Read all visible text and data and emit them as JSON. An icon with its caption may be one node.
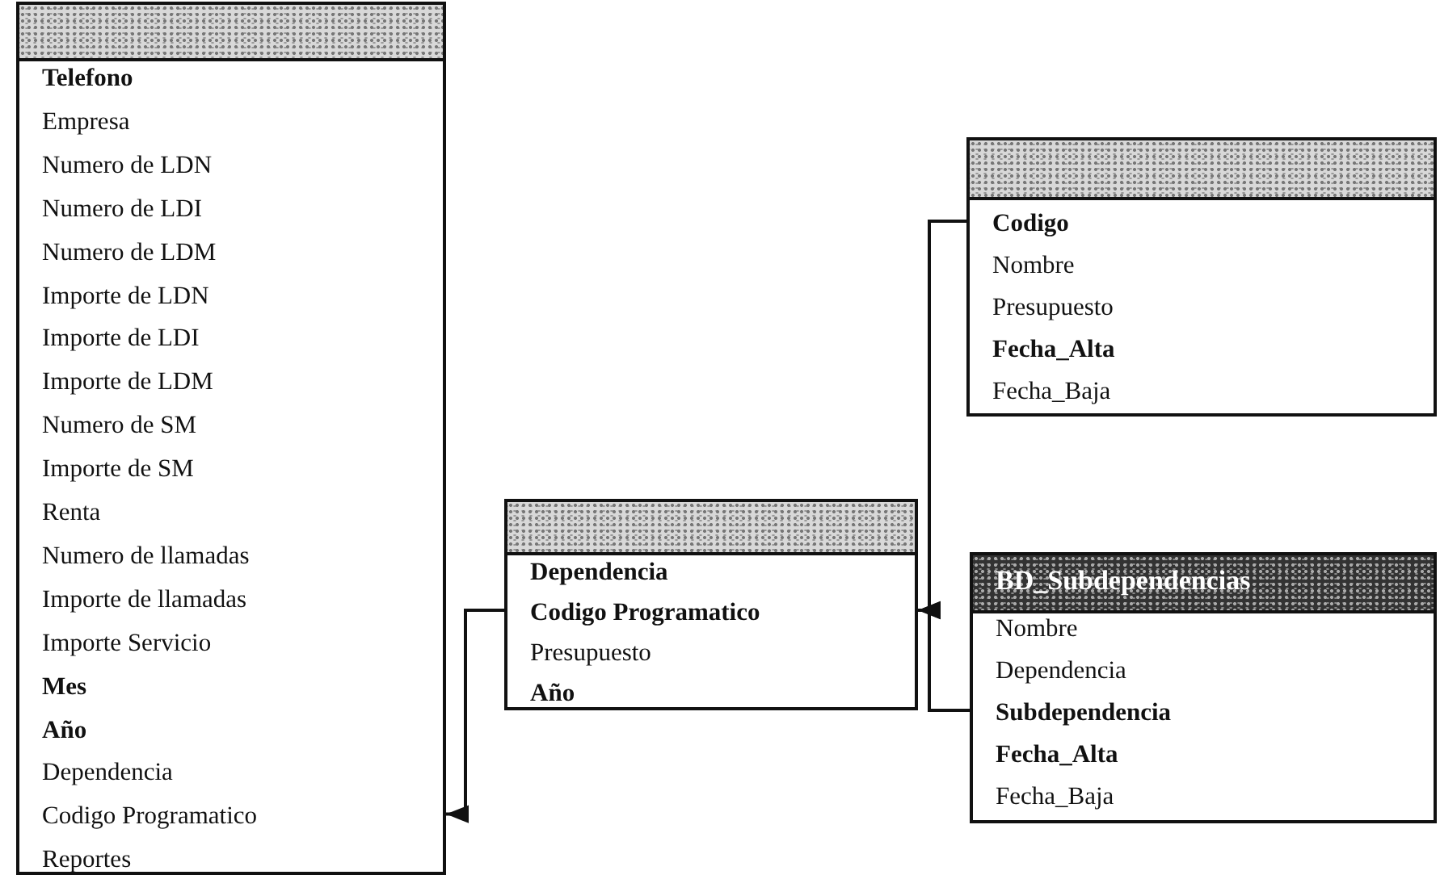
{
  "diagram": {
    "nodes": [
      {
        "text": [
          "**Telefono**",
          "Empresa",
          "Numero de LDN",
          "Numero de LDI",
          "Numero de LDM",
          "Importe de LDN",
          "Importe de LDI",
          "Importe de LDM",
          "Numero de SM",
          "Importe de SM",
          "Renta",
          "Numero de llamadas",
          "Importe de llamadas",
          "Importe Servicio",
          "**Mes**",
          "**Año**",
          "Dependencia",
          "Codigo Programatico",
          "Reportes"
        ]
      },
      {
        "text": [
          "**Dependencia**",
          "**Codigo Programatico**",
          "Presupuesto",
          "**Año**"
        ]
      },
      {
        "text": [
          "**Codigo**",
          "Nombre",
          "Presupuesto",
          "**Fecha_Alta**",
          "Fecha_Baja"
        ]
      },
      {
        "text": [
          "BD_Subdependencias",
          "Nombre",
          "Dependencia",
          "**Subdependencia**",
          "**Fecha_Alta**",
          "Fecha_Baja"
        ]
      }
    ],
    "edges": [
      {
        "from": 1,
        "to": 0,
        "arrow": "to"
      },
      {
        "from": 2,
        "to": 1,
        "arrow": "to"
      },
      {
        "from": 3,
        "to": 1,
        "arrow": "to"
      }
    ]
  }
}
